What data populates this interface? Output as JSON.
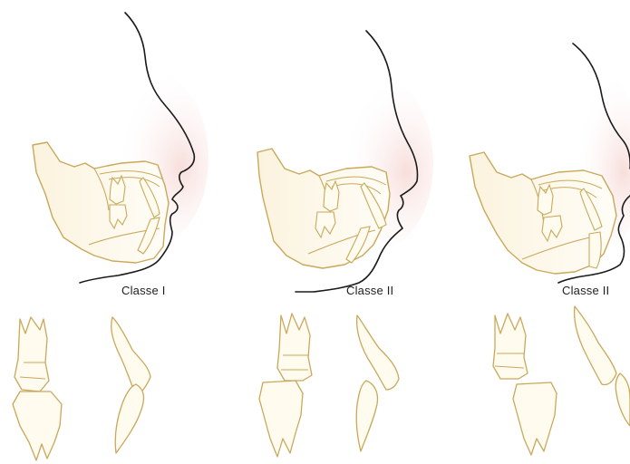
{
  "panels": [
    {
      "label": "Classe I"
    },
    {
      "label": "Classe II"
    },
    {
      "label": "Classe II"
    }
  ],
  "colors": {
    "outline": "#c9a85a",
    "fill": "#fbf4e3",
    "skin": "#f5d3cf",
    "profile": "#1a1a1a",
    "label": "#1e1e1e"
  }
}
